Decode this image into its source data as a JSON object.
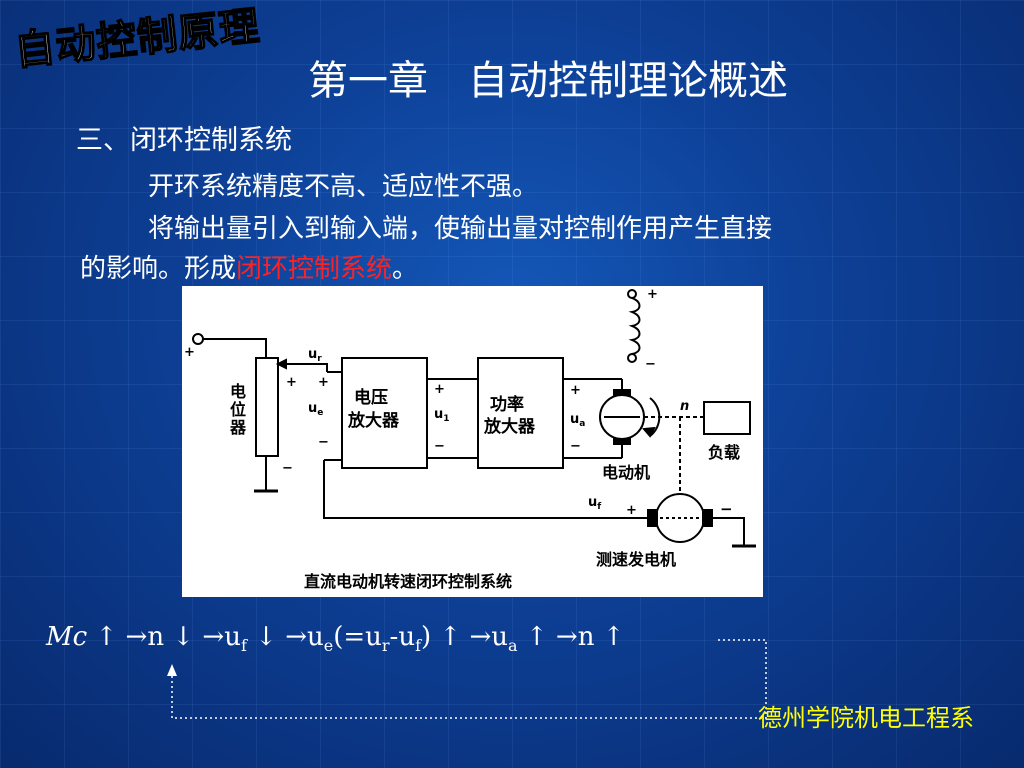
{
  "header": {
    "logo_text": "自动控制原理",
    "chapter_title": "第一章　自动控制理论概述"
  },
  "section_title": "三、闭环控制系统",
  "body": {
    "line1": "开环系统精度不高、适应性不强。",
    "line2": "将输出量引入到输入端，使输出量对控制作用产生直接",
    "line3_prefix": "的影响。形成",
    "line3_highlight": "闭环控制系统",
    "line3_suffix": "。"
  },
  "diagram": {
    "potentiometer_label": "电位器",
    "amplifier1": [
      "电压",
      "放大器"
    ],
    "amplifier2": [
      "功率",
      "放大器"
    ],
    "motor_label": "电动机",
    "load_label": "负载",
    "tacho_label": "测速发电机",
    "caption": "直流电动机转速闭环控制系统",
    "signals": {
      "ur": "u",
      "ur_sub": "r",
      "ue": "u",
      "ue_sub": "e",
      "u1": "u",
      "u1_sub": "1",
      "ua": "u",
      "ua_sub": "a",
      "uf": "u",
      "uf_sub": "f",
      "n": "n"
    },
    "plus": "+",
    "minus": "−"
  },
  "equation": {
    "mc": "Mc",
    "up": "↑",
    "down": "↓",
    "arrow": "→",
    "n": "n",
    "uf_base": "u",
    "uf_sub": "f",
    "ue_base": "u",
    "ue_sub": "e",
    "eq_open": "(=u",
    "r_sub": "r",
    "minus_u": "-u",
    "f_sub": "f",
    "close": ")",
    "ua_base": "u",
    "ua_sub": "a"
  },
  "footer": "德州学院机电工程系"
}
